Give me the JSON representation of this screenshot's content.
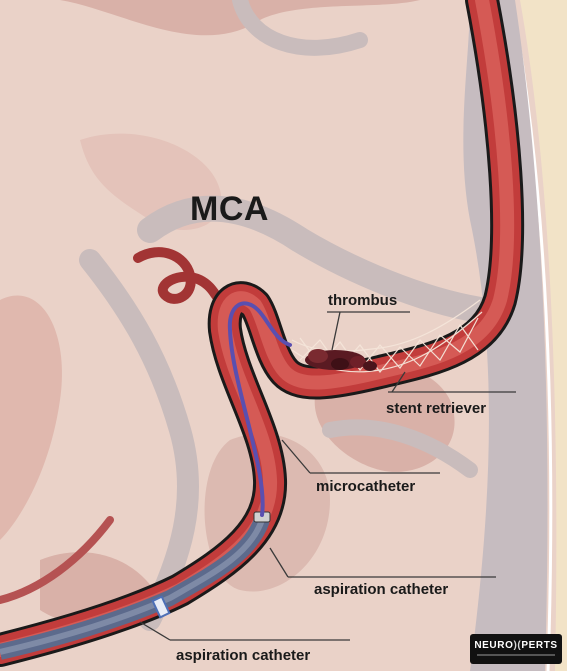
{
  "diagram": {
    "title": "MCA",
    "labels": {
      "thrombus": "thrombus",
      "stent_retriever": "stent retriever",
      "microcatheter": "microcatheter",
      "aspiration_catheter_upper": "aspiration catheter",
      "aspiration_catheter_lower": "aspiration catheter"
    },
    "logo": {
      "text_left": "NEURO",
      "text_mark": ")(",
      "text_right": "PERTS"
    }
  },
  "colors": {
    "brain_fill": "#ead2c8",
    "sulcus": "#c9bcbc",
    "gyrus_dark": "#d7aaa3",
    "vessel_wall": "#c23c3b",
    "vessel_dark": "#8b2828",
    "catheter_gray": "#5c6a8c",
    "microcatheter": "#5a4fb0",
    "thrombus": "#5a1a22",
    "skull": "#f2e3c7"
  }
}
